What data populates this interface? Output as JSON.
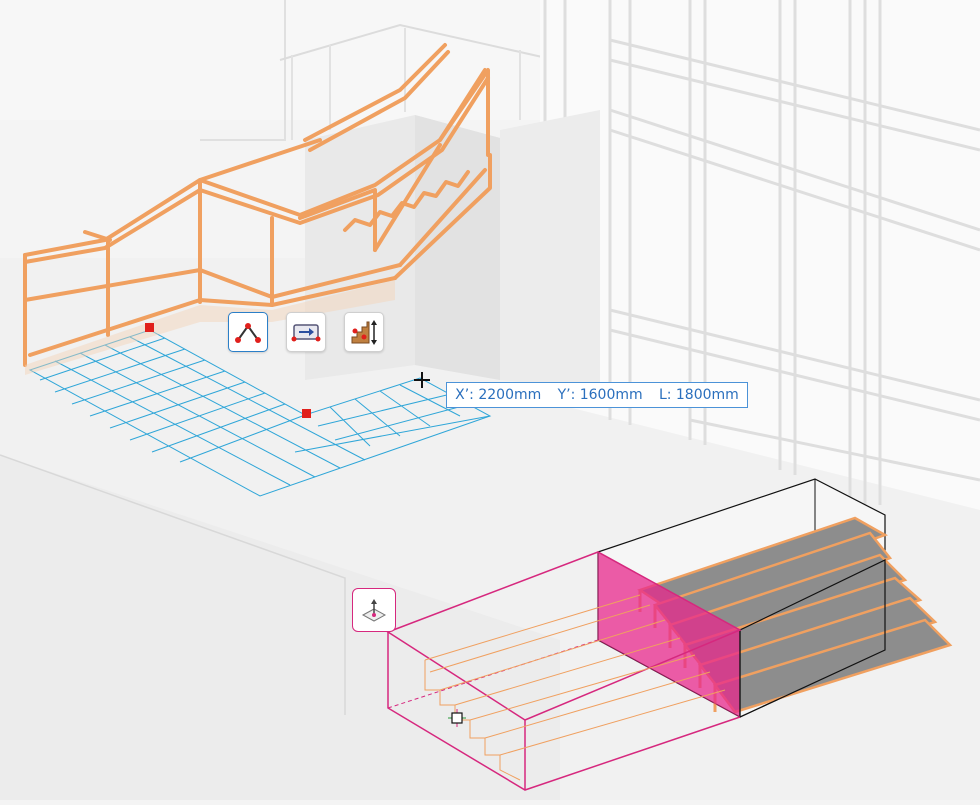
{
  "app": {
    "view": "3D model view"
  },
  "context_toolbar": {
    "buttons": [
      {
        "icon": "polyline-path-icon",
        "active": true
      },
      {
        "icon": "move-arrow-icon",
        "active": false
      },
      {
        "icon": "stair-height-icon",
        "active": false
      }
    ]
  },
  "coordinate_readout": {
    "x": "X’: 2200mm",
    "y": "Y’: 1600mm",
    "length": "L: 1800mm"
  },
  "gizmo": {
    "icon": "plane-origin-icon"
  },
  "colors": {
    "selection_orange": "#f0a060",
    "guide_blue": "#2fa6d8",
    "hotspot_red": "#e0201c",
    "accent_blue": "#2b7fc8",
    "box_magenta": "#d6287e",
    "box_black": "#1a1a1a"
  }
}
